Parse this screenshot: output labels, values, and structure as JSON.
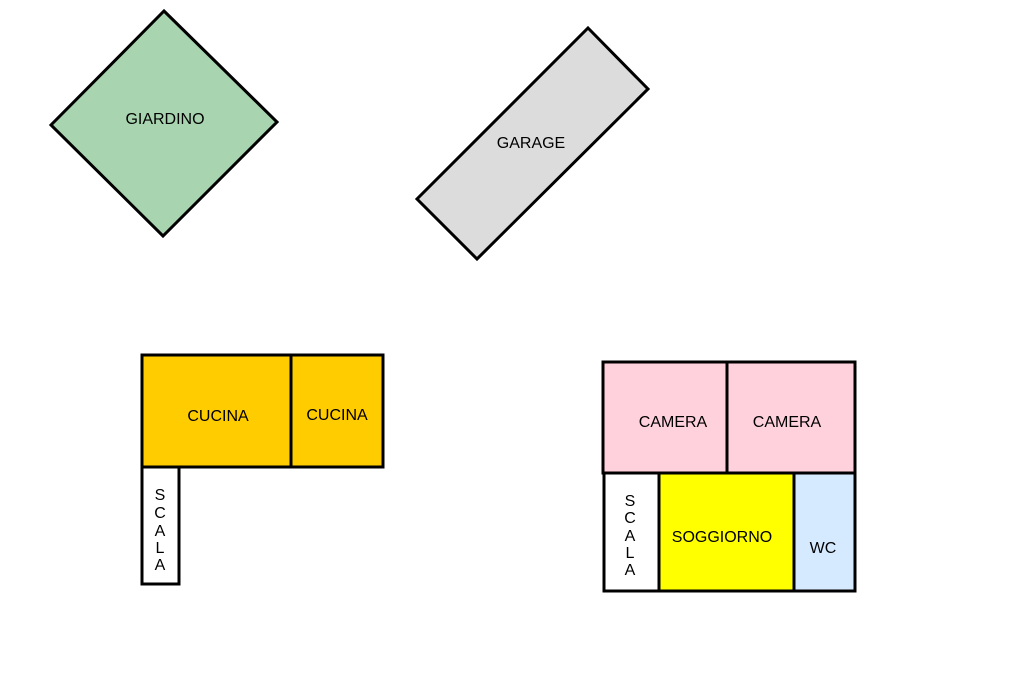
{
  "colors": {
    "garden": "#a8d5b0",
    "garage": "#dcdcdc",
    "kitchen": "#ffcc00",
    "stair": "#ffffff",
    "bedroom": "#ffd1dc",
    "living": "#ffff00",
    "wc": "#d6eaff"
  },
  "rooms": {
    "giardino": "GIARDINO",
    "garage": "GARAGE",
    "cucina_1": "CUCINA",
    "cucina_2": "CUCINA",
    "scala_1": [
      "S",
      "C",
      "A",
      "L",
      "A"
    ],
    "camera_1": "CAMERA",
    "camera_2": "CAMERA",
    "scala_2": [
      "S",
      "C",
      "A",
      "L",
      "A"
    ],
    "soggiorno": "SOGGIORNO",
    "wc": "WC"
  }
}
